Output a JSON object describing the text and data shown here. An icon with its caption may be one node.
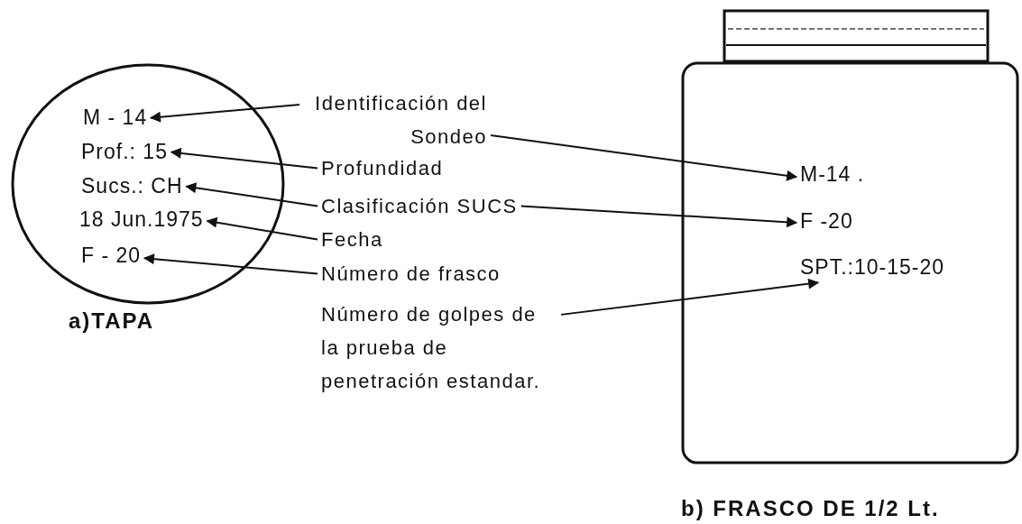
{
  "diagram": {
    "nodes": [
      {
        "text": [],
        "shape": "circle",
        "beside": [
          "a)TAPA"
        ]
      },
      {
        "text": [
          "M - 14"
        ],
        "in": 0
      },
      {
        "text": [
          "Prof.: 15"
        ],
        "in": 0
      },
      {
        "text": [
          "Sucs.: CH"
        ],
        "in": 0
      },
      {
        "text": [
          "18 Jun.1975"
        ],
        "in": 0
      },
      {
        "text": [
          "F - 20"
        ],
        "in": 0
      },
      {
        "text": [
          "Identificación del Sondeo"
        ]
      },
      {
        "text": [
          "Profundidad"
        ]
      },
      {
        "text": [
          "Clasificación SUCS"
        ]
      },
      {
        "text": [
          "Fecha"
        ]
      },
      {
        "text": [
          "Número de frasco"
        ]
      },
      {
        "text": [
          "Número de golpes de la prueba de penetración estandar."
        ]
      },
      {
        "text": [],
        "shape": "box",
        "beside": [
          "b) FRASCO DE 1/2 Lt."
        ]
      },
      {
        "text": [
          "M-14 ."
        ],
        "in": 12
      },
      {
        "text": [
          "F -20"
        ],
        "in": 12
      },
      {
        "text": [
          "SPT.:10-15-20"
        ],
        "in": 12
      }
    ],
    "edges": [
      {
        "from": 6,
        "to": 1,
        "arrow": "to"
      },
      {
        "from": 7,
        "to": 2,
        "arrow": "to"
      },
      {
        "from": 8,
        "to": 3,
        "arrow": "to"
      },
      {
        "from": 9,
        "to": 4,
        "arrow": "to"
      },
      {
        "from": 10,
        "to": 5,
        "arrow": "to"
      },
      {
        "from": 6,
        "to": 13,
        "arrow": "to"
      },
      {
        "from": 8,
        "to": 14,
        "arrow": "to"
      },
      {
        "from": 11,
        "to": 15,
        "arrow": "to"
      }
    ]
  }
}
